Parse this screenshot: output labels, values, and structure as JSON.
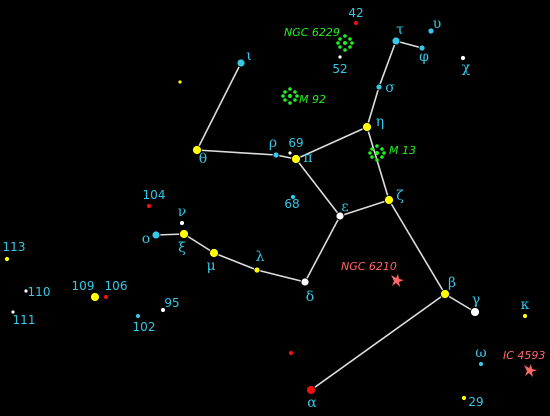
{
  "theme": {
    "background": "#000000",
    "line": "#dddddd",
    "label_cyan": "#36c8e6",
    "dso_green": "#22ee22",
    "dso_red": "#ff6666",
    "star_colors": {
      "yellow": "#ffff00",
      "white": "#ffffff",
      "cyan": "#36c8e6",
      "red": "#ee1111"
    }
  },
  "stars": [
    {
      "id": "alpha",
      "label": "α",
      "color": "red"
    },
    {
      "id": "beta",
      "label": "β",
      "color": "yellow"
    },
    {
      "id": "gamma",
      "label": "γ",
      "color": "white"
    },
    {
      "id": "delta",
      "label": "δ",
      "color": "white"
    },
    {
      "id": "epsilon",
      "label": "ε",
      "color": "white"
    },
    {
      "id": "zeta",
      "label": "ζ",
      "color": "yellow"
    },
    {
      "id": "eta",
      "label": "η",
      "color": "yellow"
    },
    {
      "id": "theta",
      "label": "θ",
      "color": "yellow"
    },
    {
      "id": "iota",
      "label": "ι",
      "color": "cyan"
    },
    {
      "id": "kappa",
      "label": "κ",
      "color": "yellow"
    },
    {
      "id": "lambda",
      "label": "λ",
      "color": "yellow"
    },
    {
      "id": "mu",
      "label": "μ",
      "color": "yellow"
    },
    {
      "id": "nu",
      "label": "ν",
      "color": "white"
    },
    {
      "id": "xi",
      "label": "ξ",
      "color": "yellow"
    },
    {
      "id": "omicron",
      "label": "ο",
      "color": "cyan"
    },
    {
      "id": "pi",
      "label": "π",
      "color": "yellow"
    },
    {
      "id": "rho",
      "label": "ρ",
      "color": "cyan"
    },
    {
      "id": "sigma",
      "label": "σ",
      "color": "cyan"
    },
    {
      "id": "tau",
      "label": "τ",
      "color": "cyan"
    },
    {
      "id": "upsilon",
      "label": "υ",
      "color": "cyan"
    },
    {
      "id": "phi",
      "label": "φ",
      "color": "cyan"
    },
    {
      "id": "chi",
      "label": "χ",
      "color": "white"
    },
    {
      "id": "omega",
      "label": "ω",
      "color": "cyan"
    },
    {
      "id": "s42",
      "label": "42",
      "color": "red"
    },
    {
      "id": "s52",
      "label": "52",
      "color": "white"
    },
    {
      "id": "s69",
      "label": "69",
      "color": "white"
    },
    {
      "id": "s68",
      "label": "68",
      "color": "cyan"
    },
    {
      "id": "s104",
      "label": "104",
      "color": "red"
    },
    {
      "id": "s113",
      "label": "113",
      "color": "yellow"
    },
    {
      "id": "s110",
      "label": "110",
      "color": "white"
    },
    {
      "id": "s111",
      "label": "111",
      "color": "white"
    },
    {
      "id": "s109",
      "label": "109",
      "color": "yellow"
    },
    {
      "id": "s106",
      "label": "106",
      "color": "red"
    },
    {
      "id": "s95",
      "label": "95",
      "color": "white"
    },
    {
      "id": "s102",
      "label": "102",
      "color": "cyan"
    },
    {
      "id": "s29",
      "label": "29",
      "color": "yellow"
    },
    {
      "id": "f1",
      "label": "",
      "color": "yellow"
    },
    {
      "id": "f2",
      "label": "",
      "color": "red"
    }
  ],
  "constellation_lines": [
    [
      "alpha",
      "beta"
    ],
    [
      "beta",
      "gamma"
    ],
    [
      "beta",
      "zeta"
    ],
    [
      "zeta",
      "epsilon"
    ],
    [
      "zeta",
      "eta"
    ],
    [
      "eta",
      "sigma"
    ],
    [
      "sigma",
      "tau"
    ],
    [
      "tau",
      "phi"
    ],
    [
      "eta",
      "pi"
    ],
    [
      "pi",
      "epsilon"
    ],
    [
      "epsilon",
      "delta"
    ],
    [
      "delta",
      "lambda"
    ],
    [
      "lambda",
      "mu"
    ],
    [
      "mu",
      "xi"
    ],
    [
      "xi",
      "omicron"
    ],
    [
      "pi",
      "rho"
    ],
    [
      "rho",
      "theta"
    ],
    [
      "theta",
      "iota"
    ]
  ],
  "deep_sky_objects": [
    {
      "id": "ngc6229",
      "label": "NGC 6229",
      "kind": "globular"
    },
    {
      "id": "m92",
      "label": "M 92",
      "kind": "globular"
    },
    {
      "id": "m13",
      "label": "M 13",
      "kind": "globular"
    },
    {
      "id": "ngc6210",
      "label": "NGC 6210",
      "kind": "planetary"
    },
    {
      "id": "ic4593",
      "label": "IC 4593",
      "kind": "planetary"
    }
  ]
}
